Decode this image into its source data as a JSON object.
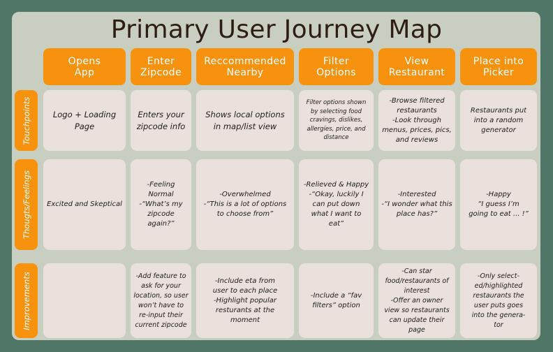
{
  "title": "Primary User Journey Map",
  "columns": [
    "Opens\nApp",
    "Enter\nZipcode",
    "Reccommended\nNearby",
    "Filter\nOptions",
    "View\nRestaurant",
    "Place into\nPicker"
  ],
  "rows": [
    "Touchpoints",
    "Thougts/Feelings",
    "Improvements"
  ],
  "cells": {
    "touchpoints": [
      "Logo + Loading\nPage",
      "Enters your\nzipcode info",
      "Shows local options\nin map/list view",
      "Filter options shown\nby selecting food\ncravings, dislikes,\nallergies, price, and\ndistance",
      "-Browse filtered\nrestaurants\n-Look through\nmenus, prices, pics,\nand reviews",
      "Restaurants put\ninto a random\ngenerator"
    ],
    "feelings": [
      "Excited and Skeptical",
      "-Feeling Normal\n-“What’s my\nzipcode again?”",
      "-Overwhelmed\n-“This is a lot of options\nto choose from”",
      "-Relieved & Happy\n-“Okay, luckily I\ncan put down\nwhat I want to\neat”",
      "-Interested\n-“I wonder what this\nplace has?”",
      "-Happy\n“I guess I’m\ngoing to eat ... !”"
    ],
    "improvements": [
      "",
      "-Add feature to\nask for your\nlocation, so user\nwon’t have to\nre-input their\ncurrent zipcode",
      "-Include eta from\nuser to each place\n-Highlight popular\nresturants at the\nmoment",
      "-Include a “fav\nfilters” option",
      "-Can star\nfood/restaurants of\ninterest\n-Offer an owner\nview so restaurants\ncan update their\npage",
      "-Only select-\ned/highlighted\nrestaurants the\nuser puts goes\ninto the genera-\ntor"
    ]
  }
}
